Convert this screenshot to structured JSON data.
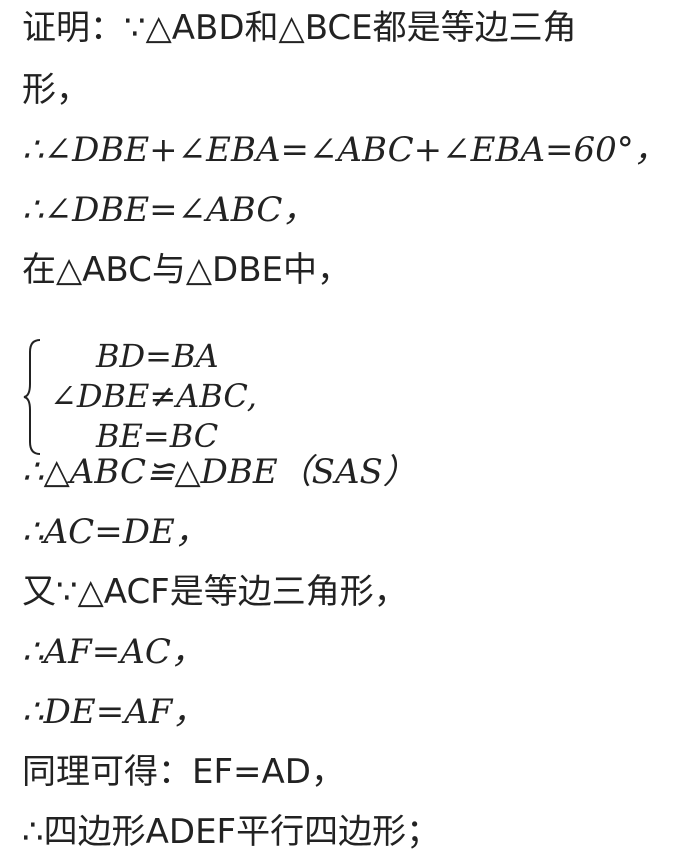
{
  "lines": [
    "证明：∵△ABD和△BCE都是等边三角",
    "形，",
    "∴∠DBE+∠EBA=∠ABC+∠EBA=60°，",
    "∴∠DBE=∠ABC，",
    "在△ABC与△DBE中，",
    "∴△ABC≌△DBE（SAS）",
    "∴AC=DE，",
    "又∵△ACF是等边三角形，",
    "∴AF=AC，",
    "∴DE=AF，",
    "同理可得：EF=AD，",
    "∴四边形ADEF平行四边形；"
  ],
  "system": [
    "BD=BA",
    "∠DBE≠ABC,",
    "BE=BC"
  ]
}
